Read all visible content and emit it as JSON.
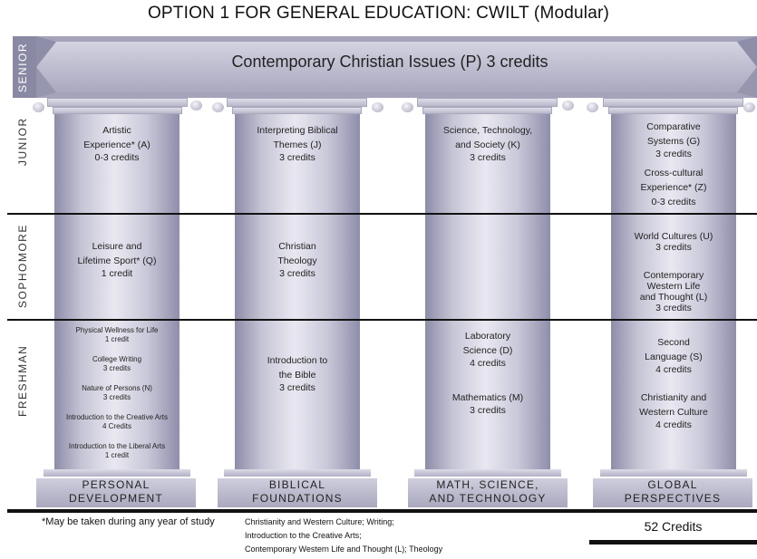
{
  "title": "OPTION 1 FOR GENERAL EDUCATION: CWILT (Modular)",
  "capstone": "Contemporary Christian Issues (P) 3 credits",
  "years": {
    "senior": "SENIOR",
    "junior": "JUNIOR",
    "sophomore": "SOPHOMORE",
    "freshman": "FRESHMAN"
  },
  "columns": [
    {
      "base": [
        "PERSONAL",
        "DEVELOPMENT"
      ],
      "junior": [
        "Artistic",
        "Experience* (A)",
        "0-3 credits"
      ],
      "sophomore": [
        "Leisure and",
        "Lifetime Sport* (Q)",
        "1 credit"
      ],
      "freshman": [
        [
          "Physical Wellness for Life",
          "1 credit"
        ],
        [
          "College Writing",
          "3 credits"
        ],
        [
          "Nature of Persons (N)",
          "3 credits"
        ],
        [
          "Introduction to the Creative Arts",
          "4 Credits"
        ],
        [
          "Introduction to the Liberal Arts",
          "1 credit"
        ]
      ]
    },
    {
      "base": [
        "BIBLICAL",
        "FOUNDATIONS"
      ],
      "junior": [
        "Interpreting Biblical",
        "Themes (J)",
        "3 credits"
      ],
      "sophomore": [
        "Christian",
        "Theology",
        "3 credits"
      ],
      "freshman": [
        "Introduction to",
        "the Bible",
        "3 credits"
      ]
    },
    {
      "base": [
        "MATH, SCIENCE,",
        "AND TECHNOLOGY"
      ],
      "junior": [
        "Science, Technology,",
        "and Society (K)",
        "3 credits"
      ],
      "sophomore": [],
      "freshman_a": [
        "Laboratory",
        "Science (D)",
        "4 credits"
      ],
      "freshman_b": [
        "Mathematics (M)",
        "3 credits"
      ]
    },
    {
      "base": [
        "GLOBAL",
        "PERSPECTIVES"
      ],
      "junior_a": [
        "Comparative",
        "Systems (G)",
        "3 credits"
      ],
      "junior_b": [
        "Cross-cultural",
        "Experience* (Z)",
        "0-3 credits"
      ],
      "sophomore_a": [
        "World Cultures (U)",
        "3 credits"
      ],
      "sophomore_b": [
        "Contemporary",
        "Western Life",
        "and Thought (L)",
        "3 credits"
      ],
      "freshman_a": [
        "Second",
        "Language (S)",
        "4 credits"
      ],
      "freshman_b": [
        "Christianity and",
        "Western Culture",
        "4 credits"
      ]
    }
  ],
  "footnote": "*May be taken during any year of study",
  "footnote_list": [
    "Christianity and Western Culture; Writing;",
    "Introduction to the Creative Arts;",
    "Contemporary Western Life and Thought (L); Theology"
  ],
  "total_credits": "52 Credits",
  "colors": {
    "stone_light": "#e9e8f1",
    "stone_mid": "#c6c5d6",
    "stone_dark": "#8d8ca8",
    "senior_label_bg": "#8a89a3"
  }
}
